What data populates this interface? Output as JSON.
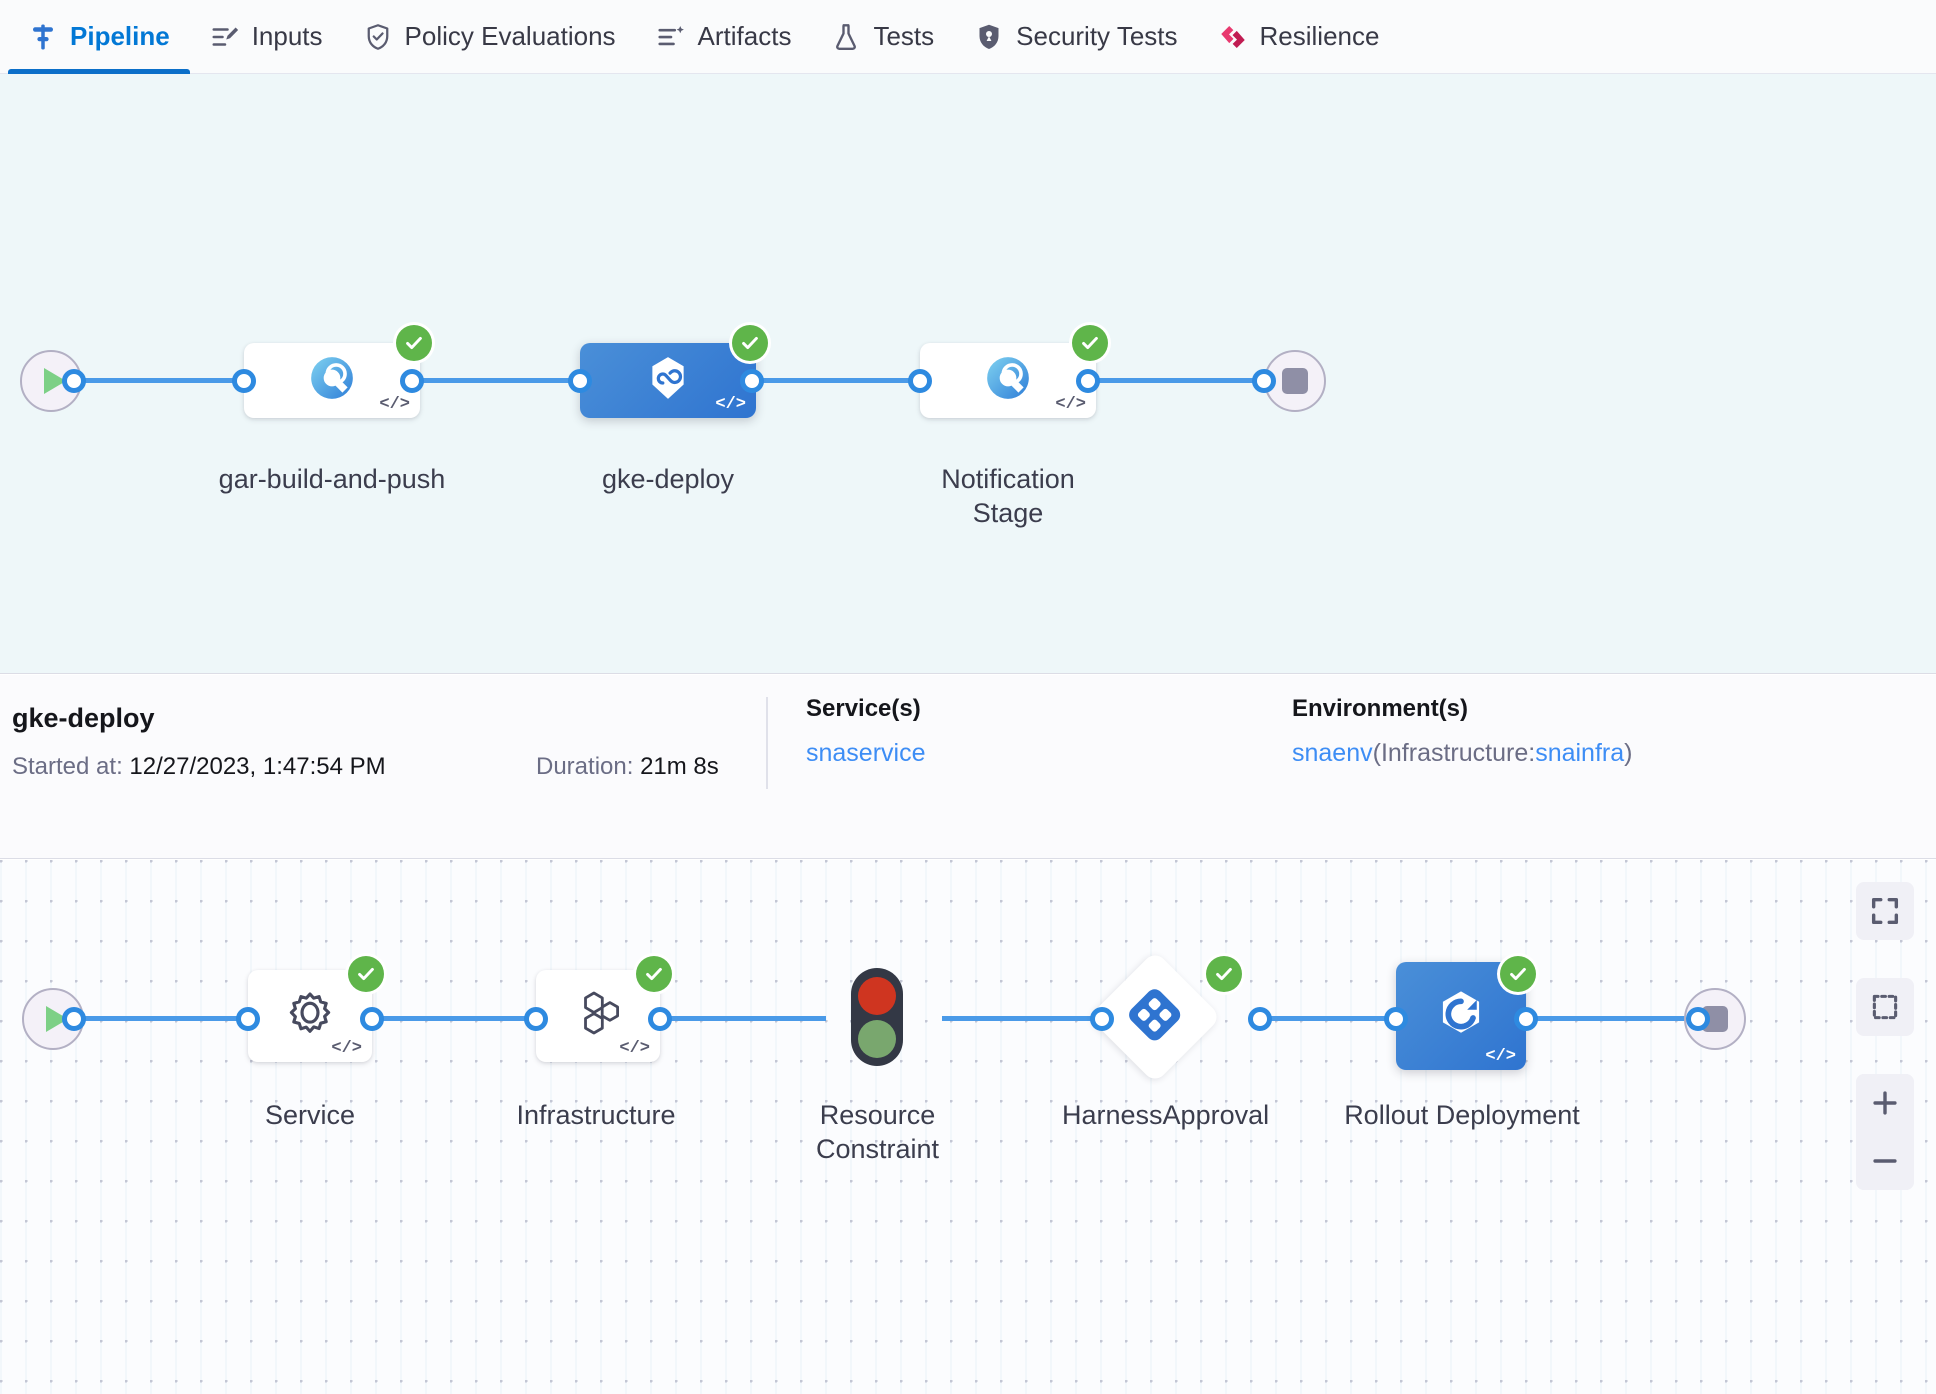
{
  "tabs": [
    {
      "id": "pipeline",
      "label": "Pipeline",
      "icon": "pipeline-icon",
      "active": true
    },
    {
      "id": "inputs",
      "label": "Inputs",
      "icon": "inputs-icon",
      "active": false
    },
    {
      "id": "policy-evaluations",
      "label": "Policy Evaluations",
      "icon": "shield-check-icon",
      "active": false
    },
    {
      "id": "artifacts",
      "label": "Artifacts",
      "icon": "artifacts-icon",
      "active": false
    },
    {
      "id": "tests",
      "label": "Tests",
      "icon": "flask-icon",
      "active": false
    },
    {
      "id": "security-tests",
      "label": "Security Tests",
      "icon": "shield-scan-icon",
      "active": false
    },
    {
      "id": "resilience",
      "label": "Resilience",
      "icon": "resilience-icon",
      "active": false
    }
  ],
  "pipeline_graph": {
    "start_label": "start-node",
    "end_label": "end-node",
    "stages": [
      {
        "name": "gar-build-and-push",
        "status": "success",
        "selected": false,
        "icon": "build-stage-icon"
      },
      {
        "name": "gke-deploy",
        "status": "success",
        "selected": true,
        "icon": "deploy-stage-icon"
      },
      {
        "name": "Notification Stage",
        "status": "success",
        "selected": false,
        "icon": "build-stage-icon"
      }
    ]
  },
  "detail": {
    "title": "gke-deploy",
    "started_label": "Started at:",
    "started_value": "12/27/2023, 1:47:54 PM",
    "duration_label": "Duration:",
    "duration_value": "21m 8s",
    "services_heading": "Service(s)",
    "service_value": "snaservice",
    "environments_heading": "Environment(s)",
    "environment_value": "snaenv",
    "environment_infra_prefix": "(Infrastructure:",
    "environment_infra_value": "snainfra",
    "environment_infra_suffix": ")"
  },
  "stage_graph": {
    "steps": [
      {
        "name": "Service",
        "status": "success",
        "icon": "gear-icon",
        "type": "card"
      },
      {
        "name": "Infrastructure",
        "status": "success",
        "icon": "hexagons-icon",
        "type": "card"
      },
      {
        "name": "Resource Constraint",
        "status": "none",
        "icon": "traffic-light-icon",
        "type": "traffic"
      },
      {
        "name": "HarnessApproval",
        "status": "success",
        "icon": "approval-diamond-icon",
        "type": "diamond"
      },
      {
        "name": "Rollout Deployment",
        "status": "success",
        "icon": "rollout-icon",
        "type": "card-selected"
      }
    ]
  },
  "zoom_controls": [
    {
      "id": "fit-screen",
      "icon": "fit-screen-icon"
    },
    {
      "id": "select-area",
      "icon": "select-area-icon"
    },
    {
      "id": "zoom-in",
      "icon": "plus-icon"
    },
    {
      "id": "zoom-out",
      "icon": "minus-icon"
    }
  ],
  "colors": {
    "accent": "#0278d5",
    "edge": "#4a9ae8",
    "success": "#5fb54a",
    "selected_node": "#2f74d0",
    "link": "#3d8df5",
    "top_canvas_bg": "#eef7f9"
  }
}
